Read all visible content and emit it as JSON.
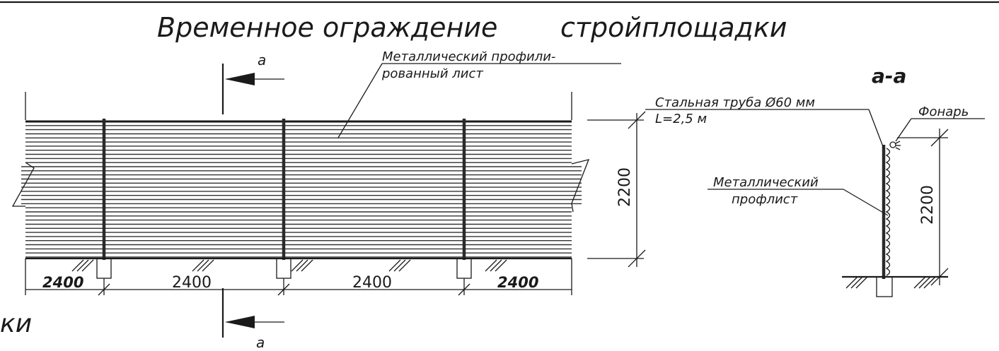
{
  "title": {
    "part1": "Временное ограждение",
    "part2": "стройплощадки"
  },
  "fragment_left": "ки",
  "section_marks": {
    "top": "а",
    "bottom": "а"
  },
  "section_title": "а-а",
  "labels": {
    "sheet_line1": "Металлический профили-",
    "sheet_line2": "рованный лист",
    "pipe_line1": "Стальная труба Ø60 мм",
    "pipe_line2": "L=2,5 м",
    "lantern": "Фонарь",
    "profsheet_line1": "Металлический",
    "profsheet_line2": "профлист"
  },
  "dimensions": {
    "height_front": "2200",
    "height_section": "2200",
    "spans": [
      "2400",
      "2400",
      "2400",
      "2400"
    ]
  },
  "colors": {
    "ink": "#1a1a1a",
    "background": "#ffffff"
  }
}
